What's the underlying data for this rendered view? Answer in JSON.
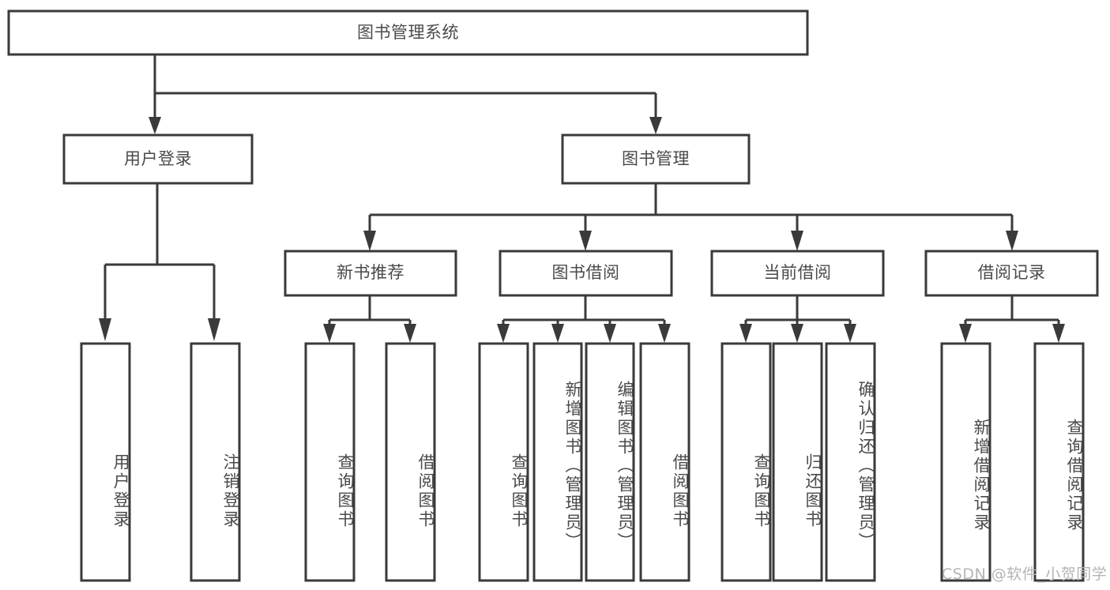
{
  "diagram": {
    "title": "图书管理系统",
    "type": "hierarchy-tree",
    "orientation": "top-down",
    "colors": {
      "background": "#ffffff",
      "box_stroke": "#3a3a3a",
      "box_fill": "#ffffff",
      "text": "#4a4a4a",
      "connector": "#3a3a3a",
      "watermark": "#b4b4b4"
    },
    "levels": [
      {
        "level": 1,
        "nodes": [
          {
            "id": "root",
            "label": "图书管理系统",
            "text_orientation": "horizontal"
          }
        ]
      },
      {
        "level": 2,
        "nodes": [
          {
            "id": "user-login",
            "label": "用户登录",
            "text_orientation": "horizontal",
            "parent": "root"
          },
          {
            "id": "book-manage",
            "label": "图书管理",
            "text_orientation": "horizontal",
            "parent": "root"
          }
        ]
      },
      {
        "level": 3,
        "nodes": [
          {
            "id": "new-book-recommend",
            "label": "新书推荐",
            "text_orientation": "horizontal",
            "parent": "book-manage"
          },
          {
            "id": "book-borrow",
            "label": "图书借阅",
            "text_orientation": "horizontal",
            "parent": "book-manage"
          },
          {
            "id": "current-borrow",
            "label": "当前借阅",
            "text_orientation": "horizontal",
            "parent": "book-manage"
          },
          {
            "id": "borrow-record",
            "label": "借阅记录",
            "text_orientation": "horizontal",
            "parent": "book-manage"
          }
        ]
      },
      {
        "level": 4,
        "nodes": [
          {
            "id": "leaf-user-login",
            "label": "用户登录",
            "text_orientation": "vertical",
            "parent": "user-login"
          },
          {
            "id": "leaf-logout-login",
            "label": "注销登录",
            "text_orientation": "vertical",
            "parent": "user-login"
          },
          {
            "id": "leaf-query-book-1",
            "label": "查询图书",
            "text_orientation": "vertical",
            "parent": "new-book-recommend"
          },
          {
            "id": "leaf-borrow-book-1",
            "label": "借阅图书",
            "text_orientation": "vertical",
            "parent": "new-book-recommend"
          },
          {
            "id": "leaf-query-book-2",
            "label": "查询图书",
            "text_orientation": "vertical",
            "parent": "book-borrow"
          },
          {
            "id": "leaf-add-book",
            "label": "新增图书（管理员）",
            "text_orientation": "vertical",
            "parent": "book-borrow"
          },
          {
            "id": "leaf-edit-book",
            "label": "编辑图书（管理员）",
            "text_orientation": "vertical",
            "parent": "book-borrow"
          },
          {
            "id": "leaf-borrow-book-2",
            "label": "借阅图书",
            "text_orientation": "vertical",
            "parent": "book-borrow"
          },
          {
            "id": "leaf-query-book-3",
            "label": "查询图书",
            "text_orientation": "vertical",
            "parent": "current-borrow"
          },
          {
            "id": "leaf-return-book",
            "label": "归还图书",
            "text_orientation": "vertical",
            "parent": "current-borrow"
          },
          {
            "id": "leaf-confirm-return",
            "label": "确认归还（管理员）",
            "text_orientation": "vertical",
            "parent": "current-borrow"
          },
          {
            "id": "leaf-add-record",
            "label": "新增借阅记录",
            "text_orientation": "vertical",
            "parent": "borrow-record"
          },
          {
            "id": "leaf-query-record",
            "label": "查询借阅记录",
            "text_orientation": "vertical",
            "parent": "borrow-record"
          }
        ]
      }
    ]
  },
  "watermark": {
    "text": "CSDN @软件_小贺同学"
  }
}
